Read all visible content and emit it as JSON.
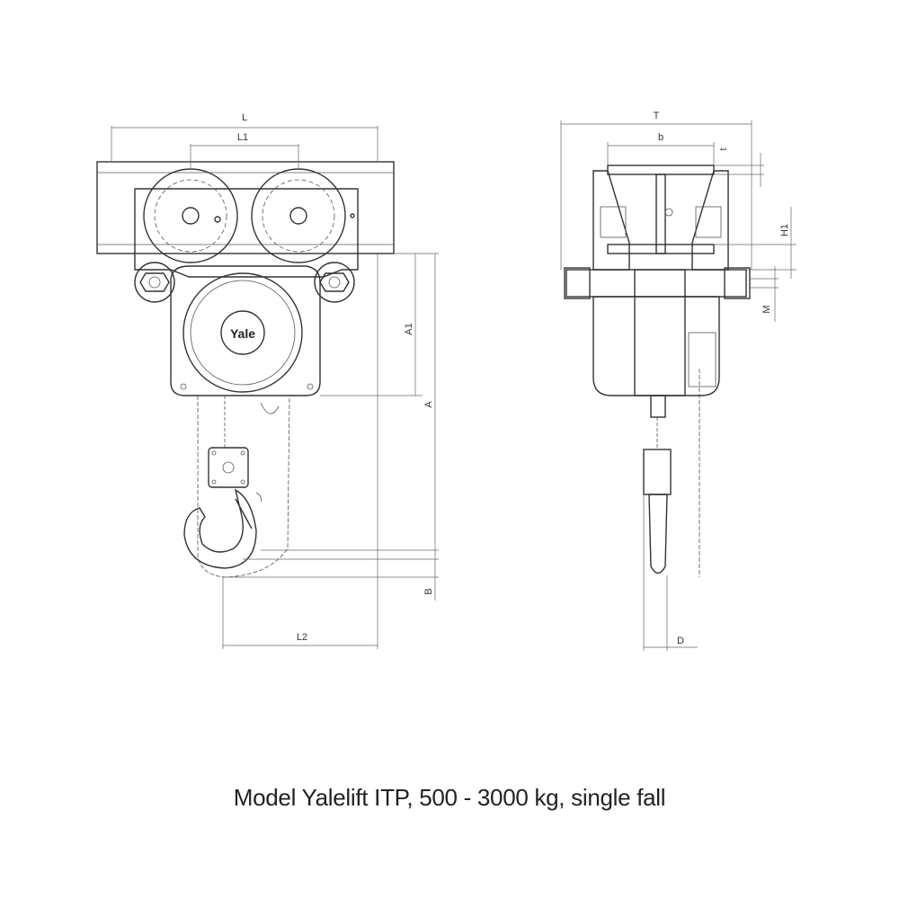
{
  "caption": "Model Yalelift ITP, 500 - 3000 kg, single fall",
  "brand_logo": "Yale",
  "dimension_labels": {
    "L": "L",
    "L1": "L1",
    "L2": "L2",
    "A": "A",
    "A1": "A1",
    "B": "B",
    "T": "T",
    "b": "b",
    "t": "t",
    "H1": "H1",
    "M": "M",
    "D": "D"
  }
}
